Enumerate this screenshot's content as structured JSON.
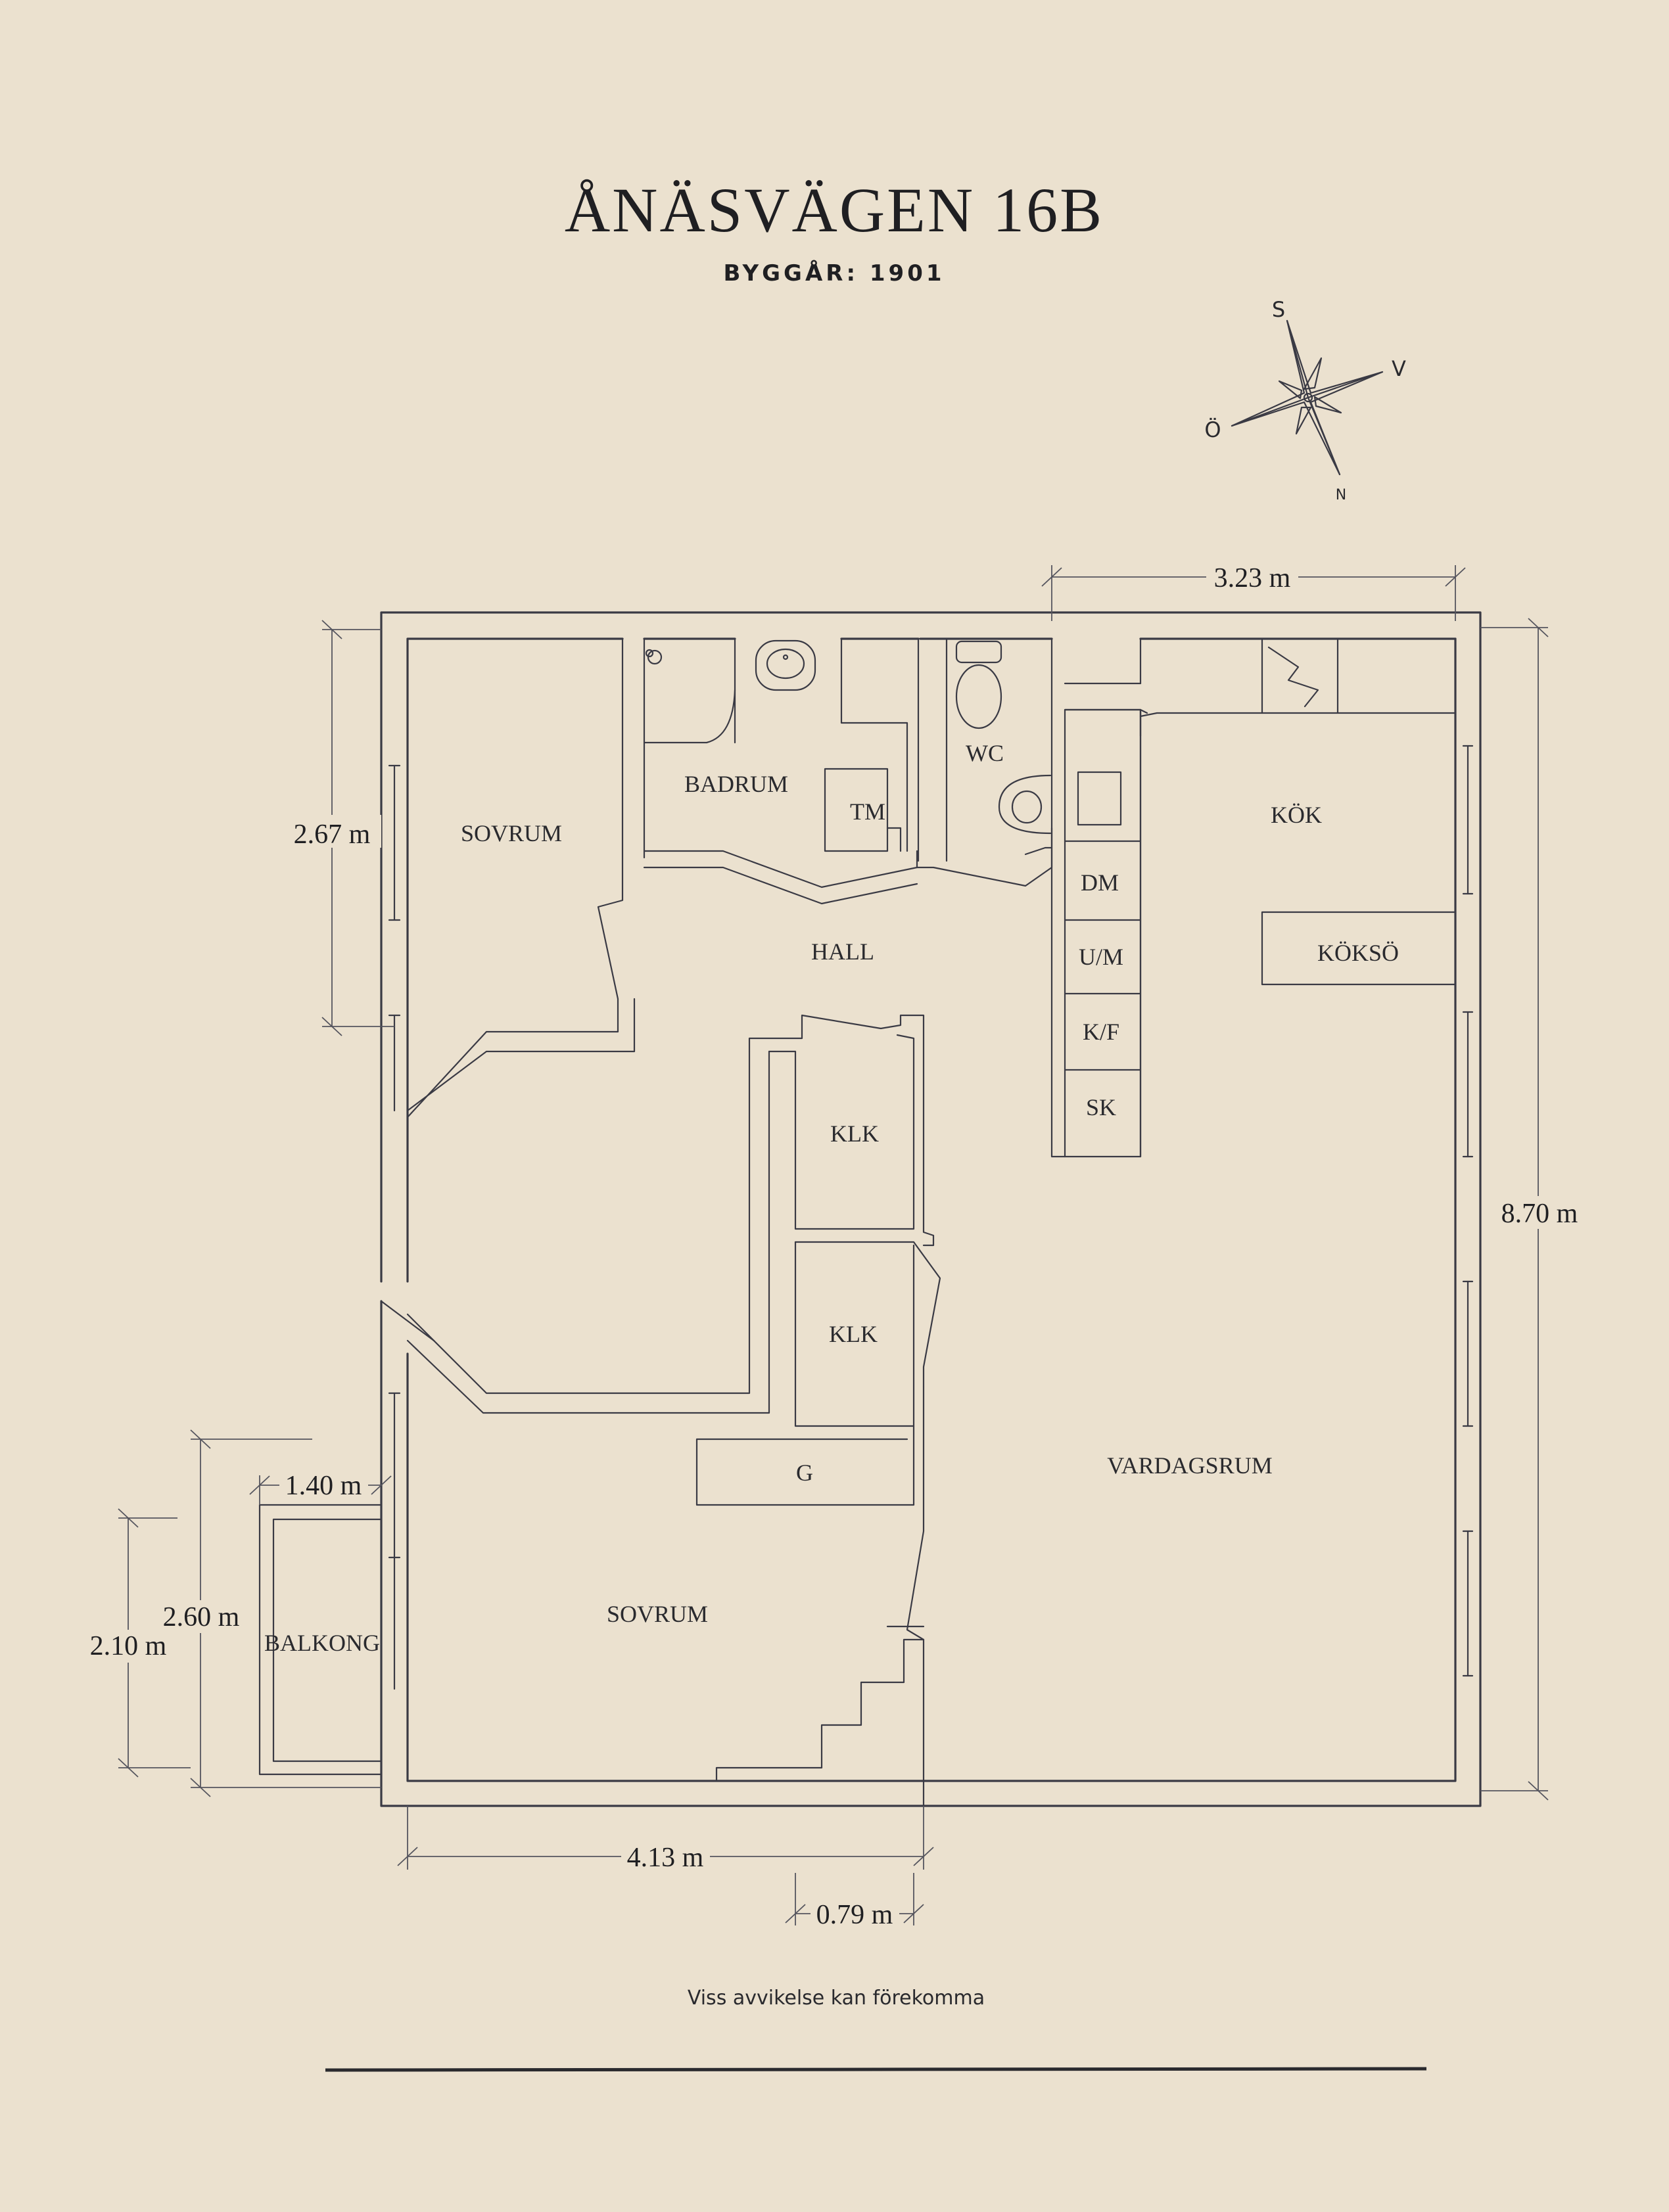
{
  "header": {
    "title": "ÅNÄSVÄGEN 16B",
    "subtitle": "BYGGÅR: 1901"
  },
  "compass": {
    "north": "N",
    "south": "S",
    "east": "Ö",
    "west": "V"
  },
  "rooms": {
    "sovrum_top": "SOVRUM",
    "badrum": "BADRUM",
    "tm": "TM",
    "wc": "WC",
    "kok": "KÖK",
    "dm": "DM",
    "um": "U/M",
    "kf": "K/F",
    "sk": "SK",
    "koksö": "KÖKSÖ",
    "hall": "HALL",
    "klk_1": "KLK",
    "klk_2": "KLK",
    "vardagsrum": "VARDAGSRUM",
    "g": "G",
    "sovrum_bottom": "SOVRUM",
    "balkong": "BALKONG"
  },
  "dimensions": {
    "top_width": "3.23 m",
    "sovrum_height": "2.67 m",
    "right_height": "8.70 m",
    "balkong_width": "1.40 m",
    "height_260": "2.60 m",
    "height_210": "2.10 m",
    "bottom_width": "4.13 m",
    "bottom_small": "0.79 m"
  },
  "footer": {
    "disclaimer": "Viss avvikelse kan förekomma"
  },
  "colors": {
    "background": "#ebe1cf",
    "ink": "#3a3a44"
  }
}
